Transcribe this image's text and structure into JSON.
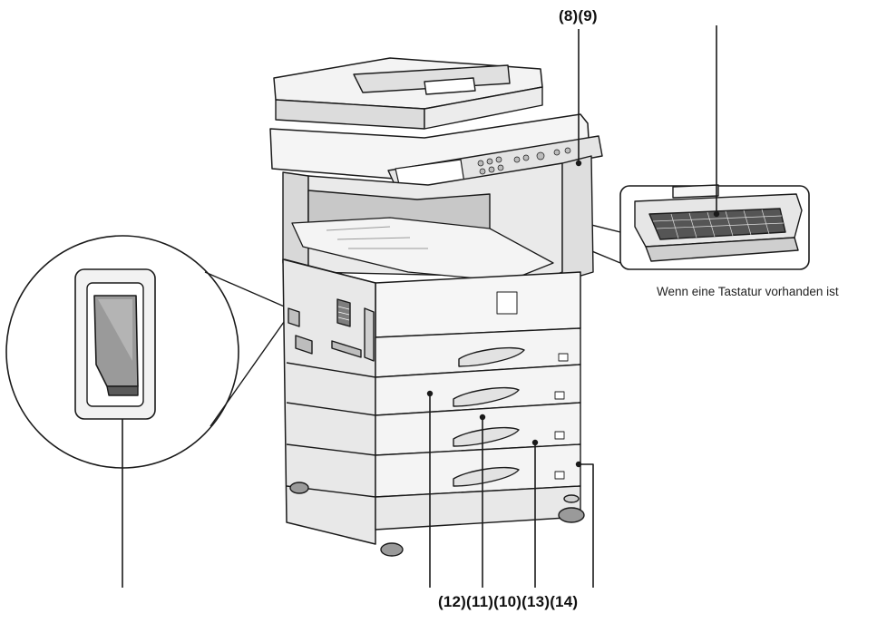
{
  "callouts": {
    "top": "(8)(9)",
    "bottom": "(12)(11)(10)(13)(14)"
  },
  "keyboard_inset": {
    "caption": "Wenn eine Tastatur vorhanden ist"
  },
  "colors": {
    "line": "#1a1a1a",
    "body": "#f4f4f4",
    "shade": "#dcdcdc",
    "dark": "#8c8c8c",
    "switch_face": "#9a9a9a"
  }
}
